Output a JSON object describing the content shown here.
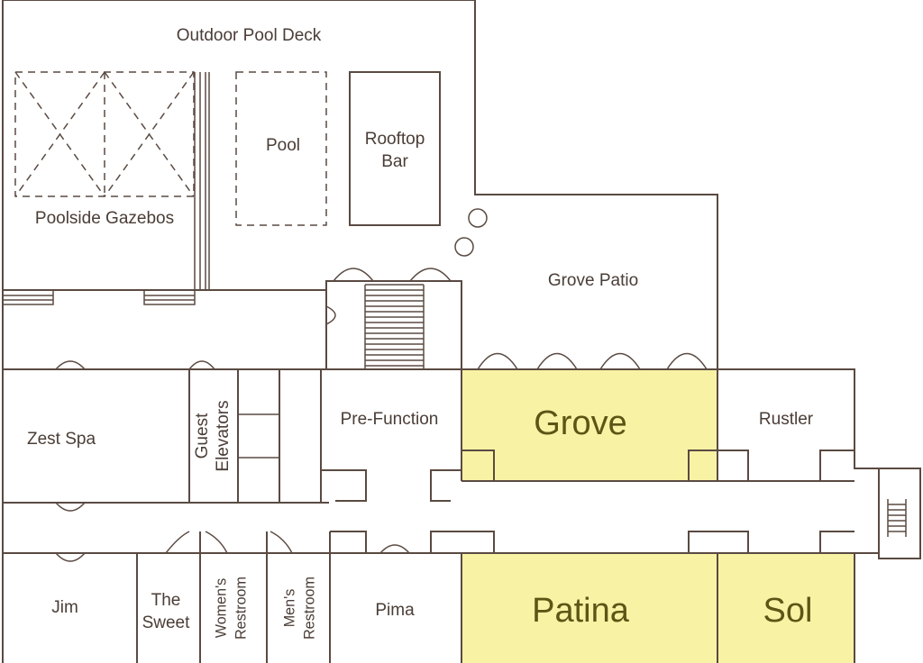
{
  "map": {
    "highlight_color": "#f8f2a4",
    "line_color": "#5a4a42",
    "rooms": {
      "outdoor_pool_deck": "Outdoor Pool Deck",
      "pool": "Pool",
      "rooftop_bar_line1": "Rooftop",
      "rooftop_bar_line2": "Bar",
      "poolside_gazebos": "Poolside Gazebos",
      "grove_patio": "Grove Patio",
      "zest_spa": "Zest Spa",
      "guest_elevators_line1": "Guest",
      "guest_elevators_line2": "Elevators",
      "pre_function": "Pre-Function",
      "grove": "Grove",
      "rustler": "Rustler",
      "jim": "Jim",
      "the_sweet_line1": "The",
      "the_sweet_line2": "Sweet",
      "womens_restroom_line1": "Women's",
      "womens_restroom_line2": "Restroom",
      "mens_restroom_line1": "Men's",
      "mens_restroom_line2": "Restroom",
      "pima": "Pima",
      "patina": "Patina",
      "sol": "Sol"
    },
    "highlighted_rooms": [
      "Grove",
      "Patina",
      "Sol"
    ]
  }
}
